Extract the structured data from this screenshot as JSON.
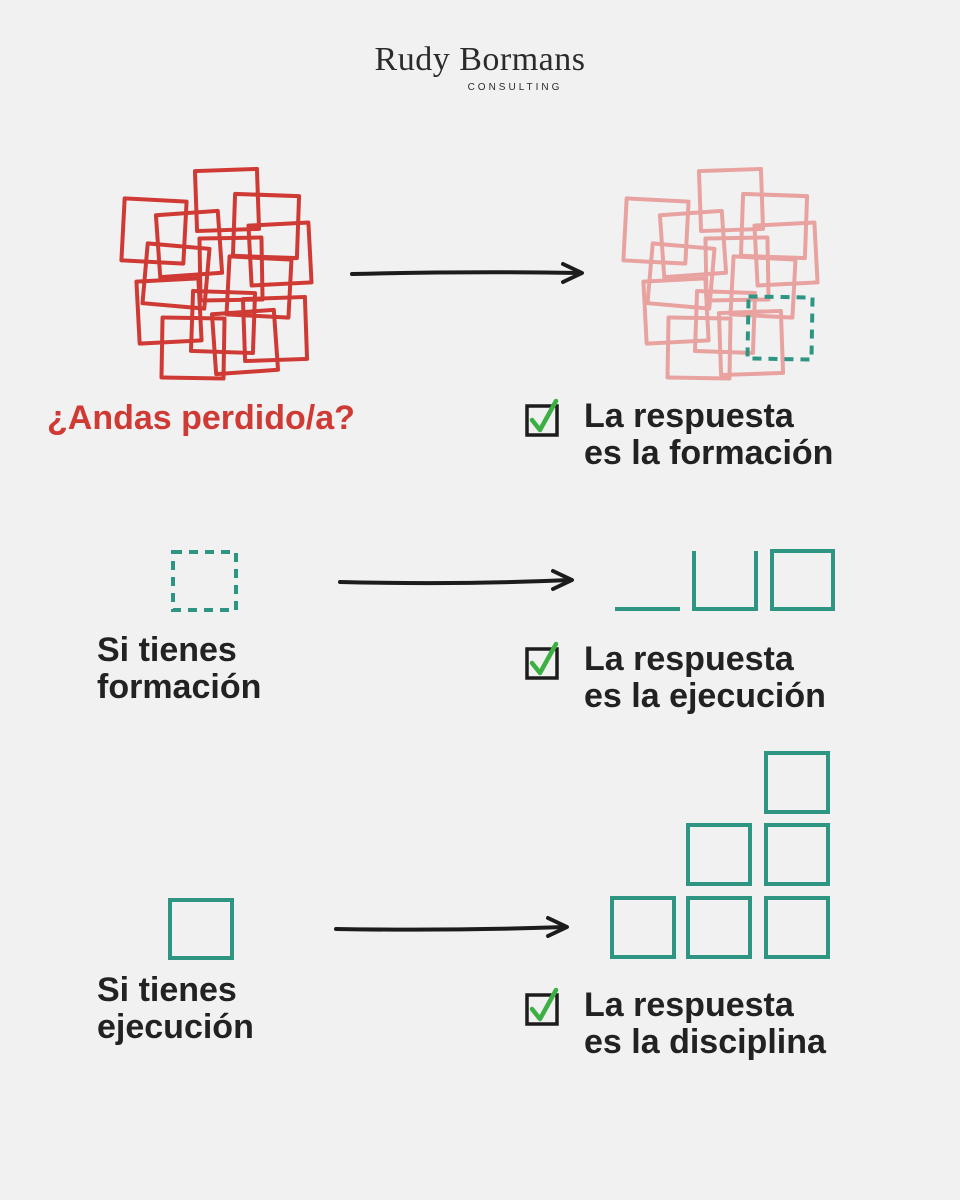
{
  "brand": {
    "name": "Rudy Bormans",
    "subtitle": "CONSULTING"
  },
  "colors": {
    "red": "#d03a35",
    "pink": "#e8a3a1",
    "teal": "#2f9583",
    "arrow": "#1c1c1c",
    "check": "#3cb043",
    "text": "#222222",
    "background": "#f1f1f1"
  },
  "rows": [
    {
      "left_text": [
        "¿Andas perdido/a?"
      ],
      "answer_text": [
        "La respuesta",
        "es la formación"
      ]
    },
    {
      "left_text": [
        "Si tienes",
        "formación"
      ],
      "answer_text": [
        "La respuesta",
        "es la ejecución"
      ]
    },
    {
      "left_text": [
        "Si tienes",
        "ejecución"
      ],
      "answer_text": [
        "La respuesta",
        "es la disciplina"
      ]
    }
  ],
  "icons": {
    "checkbox": "checked-box-icon",
    "arrow": "arrow-right-icon"
  }
}
